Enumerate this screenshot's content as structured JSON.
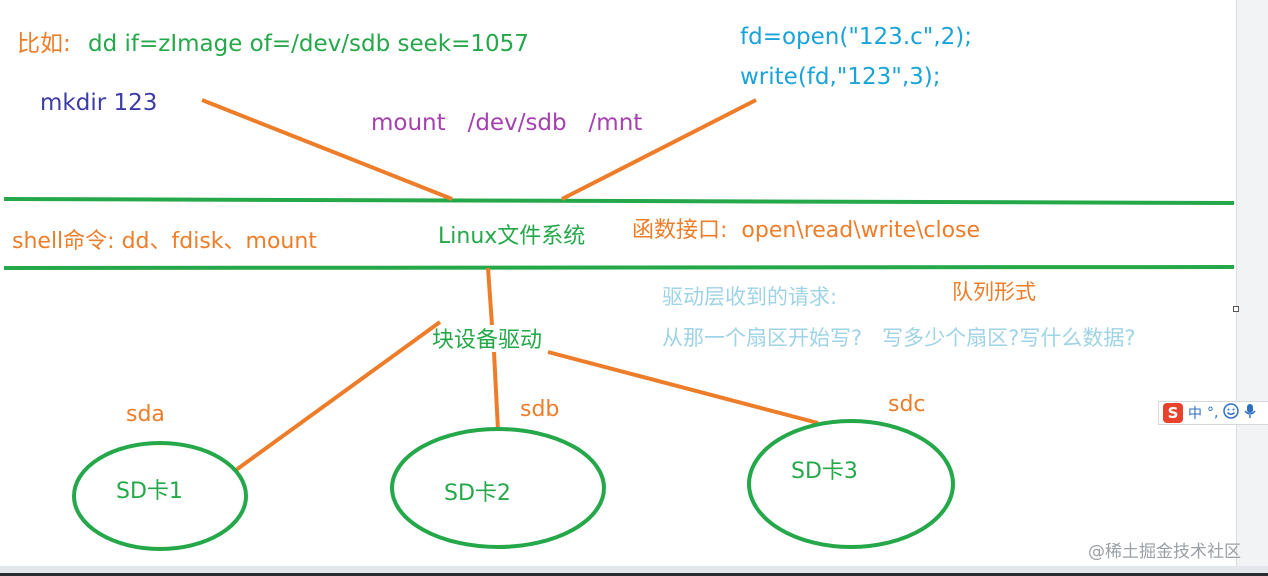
{
  "colors": {
    "orange": "#ee7d2a",
    "green": "#25a84a",
    "navy": "#3c3ca8",
    "purple": "#a640b0",
    "cyan": "#1aa3d8",
    "light_blue": "#9fd3e6"
  },
  "top": {
    "example_prefix": "比如:",
    "dd_command": "dd if=zImage of=/dev/sdb seek=1057",
    "mkdir_command": "mkdir 123",
    "mount_command": "mount   /dev/sdb   /mnt",
    "code_line_1": "fd=open(\"123.c\",2);",
    "code_line_2": "write(fd,\"123\",3);"
  },
  "layer": {
    "shell_commands": "shell命令: dd、fdisk、mount",
    "linux_fs": "Linux文件系统",
    "function_interface": "函数接口:  open\\read\\write\\close"
  },
  "driver": {
    "request_title": "驱动层收到的请求:",
    "queue_form": "队列形式",
    "request_questions": "从那一个扇区开始写?   写多少个扇区?写什么数据?",
    "block_driver": "块设备驱动"
  },
  "devices": [
    {
      "name": "sda",
      "card": "SD卡1"
    },
    {
      "name": "sdb",
      "card": "SD卡2"
    },
    {
      "name": "sdc",
      "card": "SD卡3"
    }
  ],
  "ime": {
    "logo": "S",
    "mode": "中",
    "punct": "°,",
    "emoji_icon": "smiley-icon",
    "mic_icon": "microphone-icon"
  },
  "watermark": "@稀土掘金技术社区"
}
